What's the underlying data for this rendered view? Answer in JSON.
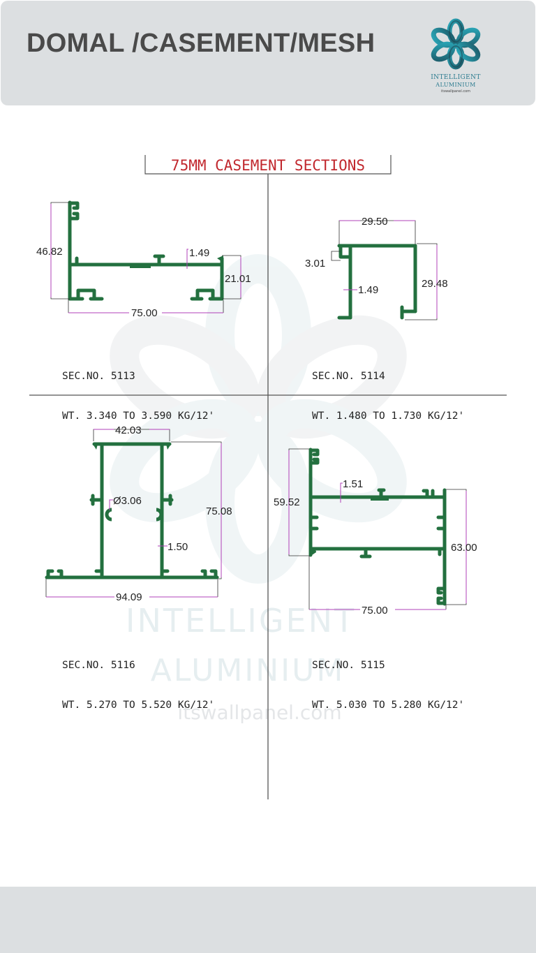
{
  "header": {
    "title": "DOMAL /CASEMENT/MESH",
    "logo": {
      "icon": "knot-logo-icon",
      "line1": "INTELLIGENT",
      "line2": "ALUMINIUM",
      "url": "itswallpanel.com"
    },
    "background": "#dcdfe1",
    "title_color": "#4a4a4a"
  },
  "drawing": {
    "title": "75MM CASEMENT SECTIONS",
    "title_color": "#c1272d",
    "profile_color": "#23703f",
    "dimension_line_color": "#b040b8",
    "sections": [
      {
        "id": "5113",
        "sec_no": "SEC.NO. 5113",
        "weight": "WT. 3.340 TO 3.590 KG/12'",
        "dimensions": {
          "height_left": "46.82",
          "height_right": "21.01",
          "width": "75.00",
          "thickness": "1.49"
        }
      },
      {
        "id": "5114",
        "sec_no": "SEC.NO. 5114",
        "weight": "WT. 1.480 TO 1.730 KG/12'",
        "dimensions": {
          "width": "29.50",
          "height": "29.48",
          "step": "3.01",
          "thickness": "1.49"
        }
      },
      {
        "id": "5116",
        "sec_no": "SEC.NO. 5116",
        "weight": "WT. 5.270 TO 5.520 KG/12'",
        "dimensions": {
          "top_width": "42.03",
          "height": "75.08",
          "diameter": "Ø3.06",
          "thickness": "1.50",
          "base_width": "94.09"
        }
      },
      {
        "id": "5115",
        "sec_no": "SEC.NO. 5115",
        "weight": "WT. 5.030 TO 5.280 KG/12'",
        "dimensions": {
          "height_left": "59.52",
          "thickness": "1.51",
          "height_right": "63.00",
          "width": "75.00"
        }
      }
    ]
  },
  "watermark": {
    "line1": "INTELLIGENT",
    "line2": "ALUMINIUM",
    "url": "itswallpanel.com"
  },
  "footer": {
    "background": "#dcdfe1"
  }
}
